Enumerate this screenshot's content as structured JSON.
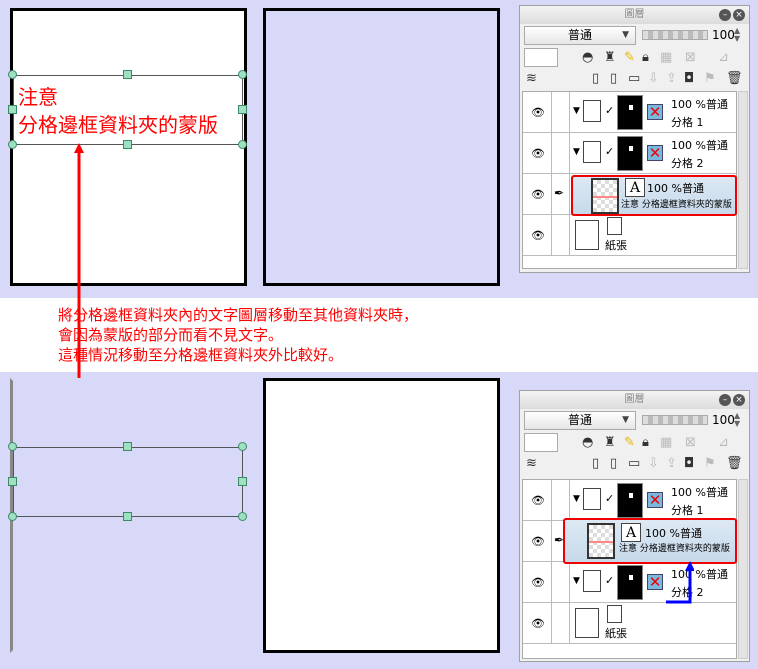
{
  "top_canvas": {
    "text_line1": "注意",
    "text_line2": "分格邊框資料夾的蒙版"
  },
  "note": {
    "line1": "將分格邊框資料夾內的文字圖層移動至其他資料夾時，",
    "line2": "會因為蒙版的部分而看不見文字。",
    "line3": "這種情況移動至分格邊框資料夾外比較好。"
  },
  "colors": {
    "accent": "#ff0000",
    "background": "#d8d8f8",
    "arrow_blue": "#0000ff"
  },
  "panel": {
    "title": "圖層",
    "blend_mode": "普通",
    "opacity": "100",
    "layers": [
      {
        "opacity_mode": "100 %普通",
        "name": "分格 1"
      },
      {
        "opacity_mode": "100 %普通",
        "name": "分格 2"
      },
      {
        "opacity_mode": "100 %普通",
        "name": "注意 分格邊框資料夾的蒙版"
      },
      {
        "name": "紙張"
      }
    ]
  }
}
